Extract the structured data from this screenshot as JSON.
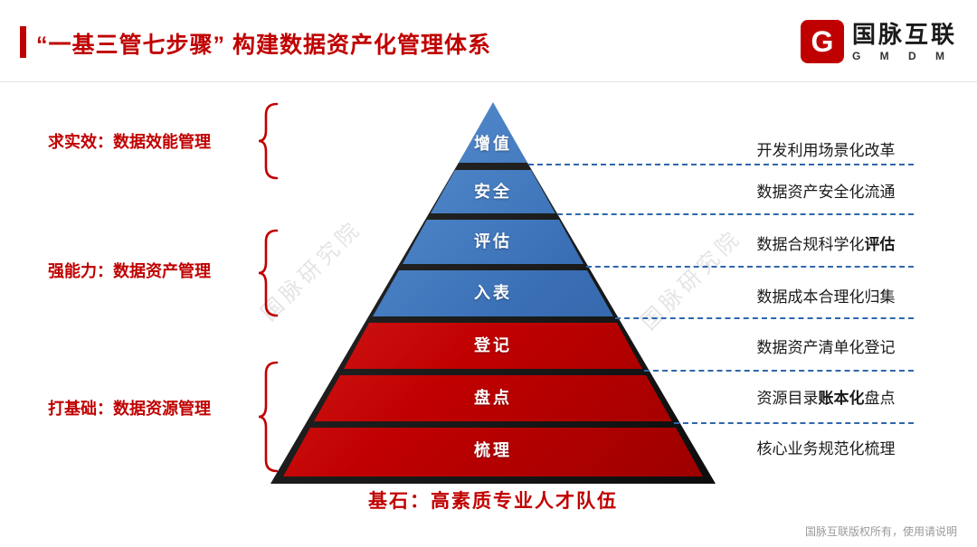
{
  "header": {
    "title": "“一基三管七步骤” 构建数据资产化管理体系",
    "logo": {
      "mark": "G",
      "name": "国脉互联",
      "sub": "G M D M"
    }
  },
  "groups": [
    {
      "label": "求实效：数据效能管理"
    },
    {
      "label": "强能力：数据资产管理"
    },
    {
      "label": "打基础：数据资源管理"
    }
  ],
  "pyramid": {
    "layers": [
      {
        "label": "增值",
        "color": "blue"
      },
      {
        "label": "安全",
        "color": "blue"
      },
      {
        "label": "评估",
        "color": "blue"
      },
      {
        "label": "入表",
        "color": "blue"
      },
      {
        "label": "登记",
        "color": "red"
      },
      {
        "label": "盘点",
        "color": "red"
      },
      {
        "label": "梳理",
        "color": "red"
      }
    ]
  },
  "annotations": [
    {
      "pre": "开发利用场景化改革",
      "bold": "",
      "post": ""
    },
    {
      "pre": "数据资产安全化流通",
      "bold": "",
      "post": ""
    },
    {
      "pre": "数据合规科学化",
      "bold": "评估",
      "post": ""
    },
    {
      "pre": "数据成本合理化归集",
      "bold": "",
      "post": ""
    },
    {
      "pre": "数据资产清单化登记",
      "bold": "",
      "post": ""
    },
    {
      "pre": "资源目录",
      "bold": "账本化",
      "post": "盘点"
    },
    {
      "pre": "核心业务规范化梳理",
      "bold": "",
      "post": ""
    }
  ],
  "base_caption": "基石：高素质专业人才队伍",
  "footer": "国脉互联版权所有，使用请说明",
  "watermark": "国脉研究院",
  "colors": {
    "accent_red": "#c00000",
    "layer_blue": "#3a6fb5",
    "dash_blue": "#2f66ad"
  }
}
